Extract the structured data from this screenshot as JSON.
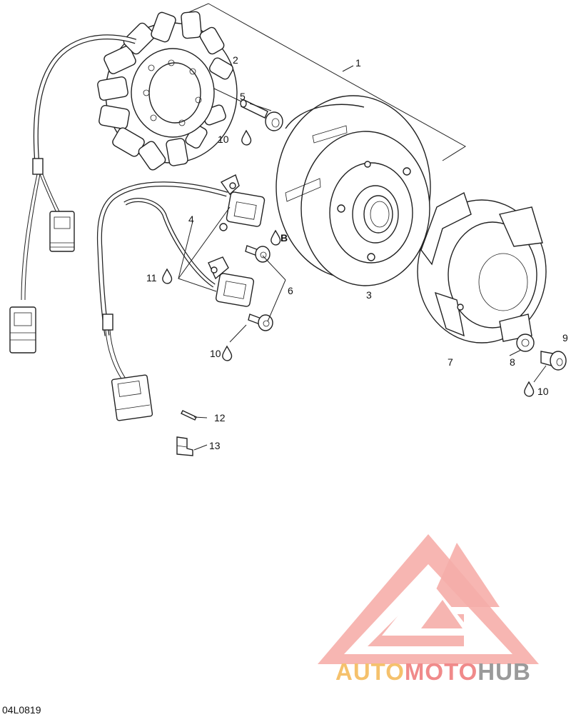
{
  "callouts": [
    {
      "id": "c1",
      "text": "1"
    },
    {
      "id": "c2",
      "text": "2"
    },
    {
      "id": "c3",
      "text": "3"
    },
    {
      "id": "c4",
      "text": "4"
    },
    {
      "id": "c5",
      "text": "5"
    },
    {
      "id": "c6",
      "text": "6"
    },
    {
      "id": "c7",
      "text": "7"
    },
    {
      "id": "c8",
      "text": "8"
    },
    {
      "id": "c9",
      "text": "9"
    },
    {
      "id": "c10a",
      "text": "10"
    },
    {
      "id": "c10b",
      "text": "10"
    },
    {
      "id": "c10c",
      "text": "10"
    },
    {
      "id": "c11",
      "text": "11"
    },
    {
      "id": "c12",
      "text": "12"
    },
    {
      "id": "c13",
      "text": "13"
    },
    {
      "id": "cB",
      "text": "B"
    }
  ],
  "figure_ref": "04L0819",
  "watermark": {
    "brand_part1": "AUTO",
    "brand_part2": "MOTO",
    "brand_part3": "HUB",
    "color_logo": "#f08080",
    "color_part1": "#f5c16c",
    "color_part2": "#f08a8a",
    "color_part3": "#9a9a9a"
  },
  "icons": [
    "sealant-drop-icon",
    "stator-icon",
    "flywheel-icon",
    "bolt-icon",
    "sensor-icon",
    "trigger-wheel-icon",
    "washer-icon",
    "connector-icon",
    "brand-logo-icon"
  ]
}
